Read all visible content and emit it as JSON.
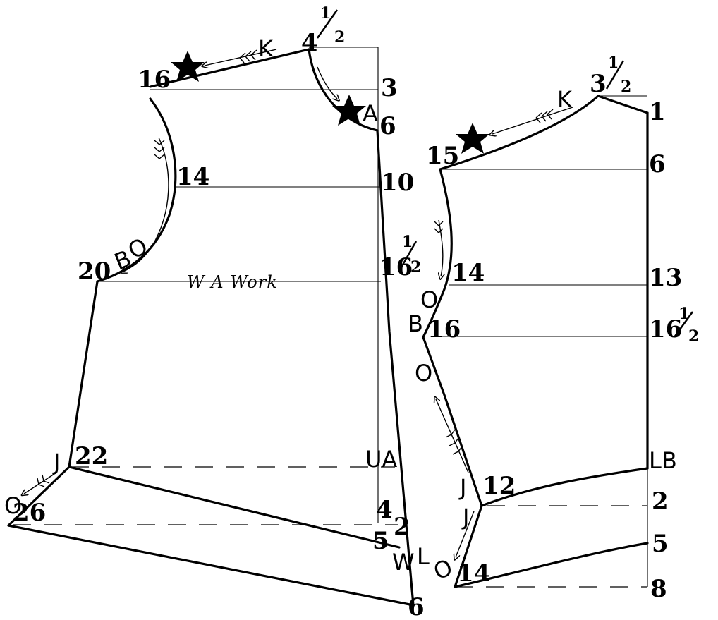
{
  "front_panel": {
    "numbers": {
      "n16": "16",
      "n4": "4",
      "n3": "3",
      "n6_top": "6",
      "n14": "14",
      "n10": "10",
      "n20": "20",
      "n16b": "16",
      "n22": "22",
      "n26": "26",
      "n4_low": "4",
      "n5": "5",
      "n2": "2",
      "n6_bottom": "6"
    },
    "fractions": {
      "half_top": "1",
      "half_bottom": "2",
      "half_mid_top": "1",
      "half_mid_bottom": "2"
    },
    "letters": {
      "k": "K",
      "a": "A",
      "b": "B",
      "o_arm": "O",
      "j": "J",
      "o_left": "O",
      "ua": "UA",
      "w": "W",
      "l": "L"
    },
    "handwriting": "W A Work"
  },
  "back_panel": {
    "numbers": {
      "n3": "3",
      "n1": "1",
      "n15": "15",
      "n6": "6",
      "n14": "14",
      "n13": "13",
      "n16": "16",
      "n16r": "16",
      "n12": "12",
      "n2": "2",
      "n5": "5",
      "n14b": "14",
      "n8": "8"
    },
    "fractions": {
      "half_top": "1",
      "half_bottom": "2",
      "half_r_top": "1",
      "half_r_bottom": "2"
    },
    "letters": {
      "k": "K",
      "o_upper": "O",
      "b": "B",
      "o_mid": "O",
      "j_upper": "J",
      "j_lower": "J",
      "o_lower": "O",
      "lb": "LB"
    }
  },
  "colors": {
    "ink": "#000000",
    "paper": "#ffffff"
  },
  "icons": [
    "star-icon",
    "feather-arrow-icon"
  ]
}
